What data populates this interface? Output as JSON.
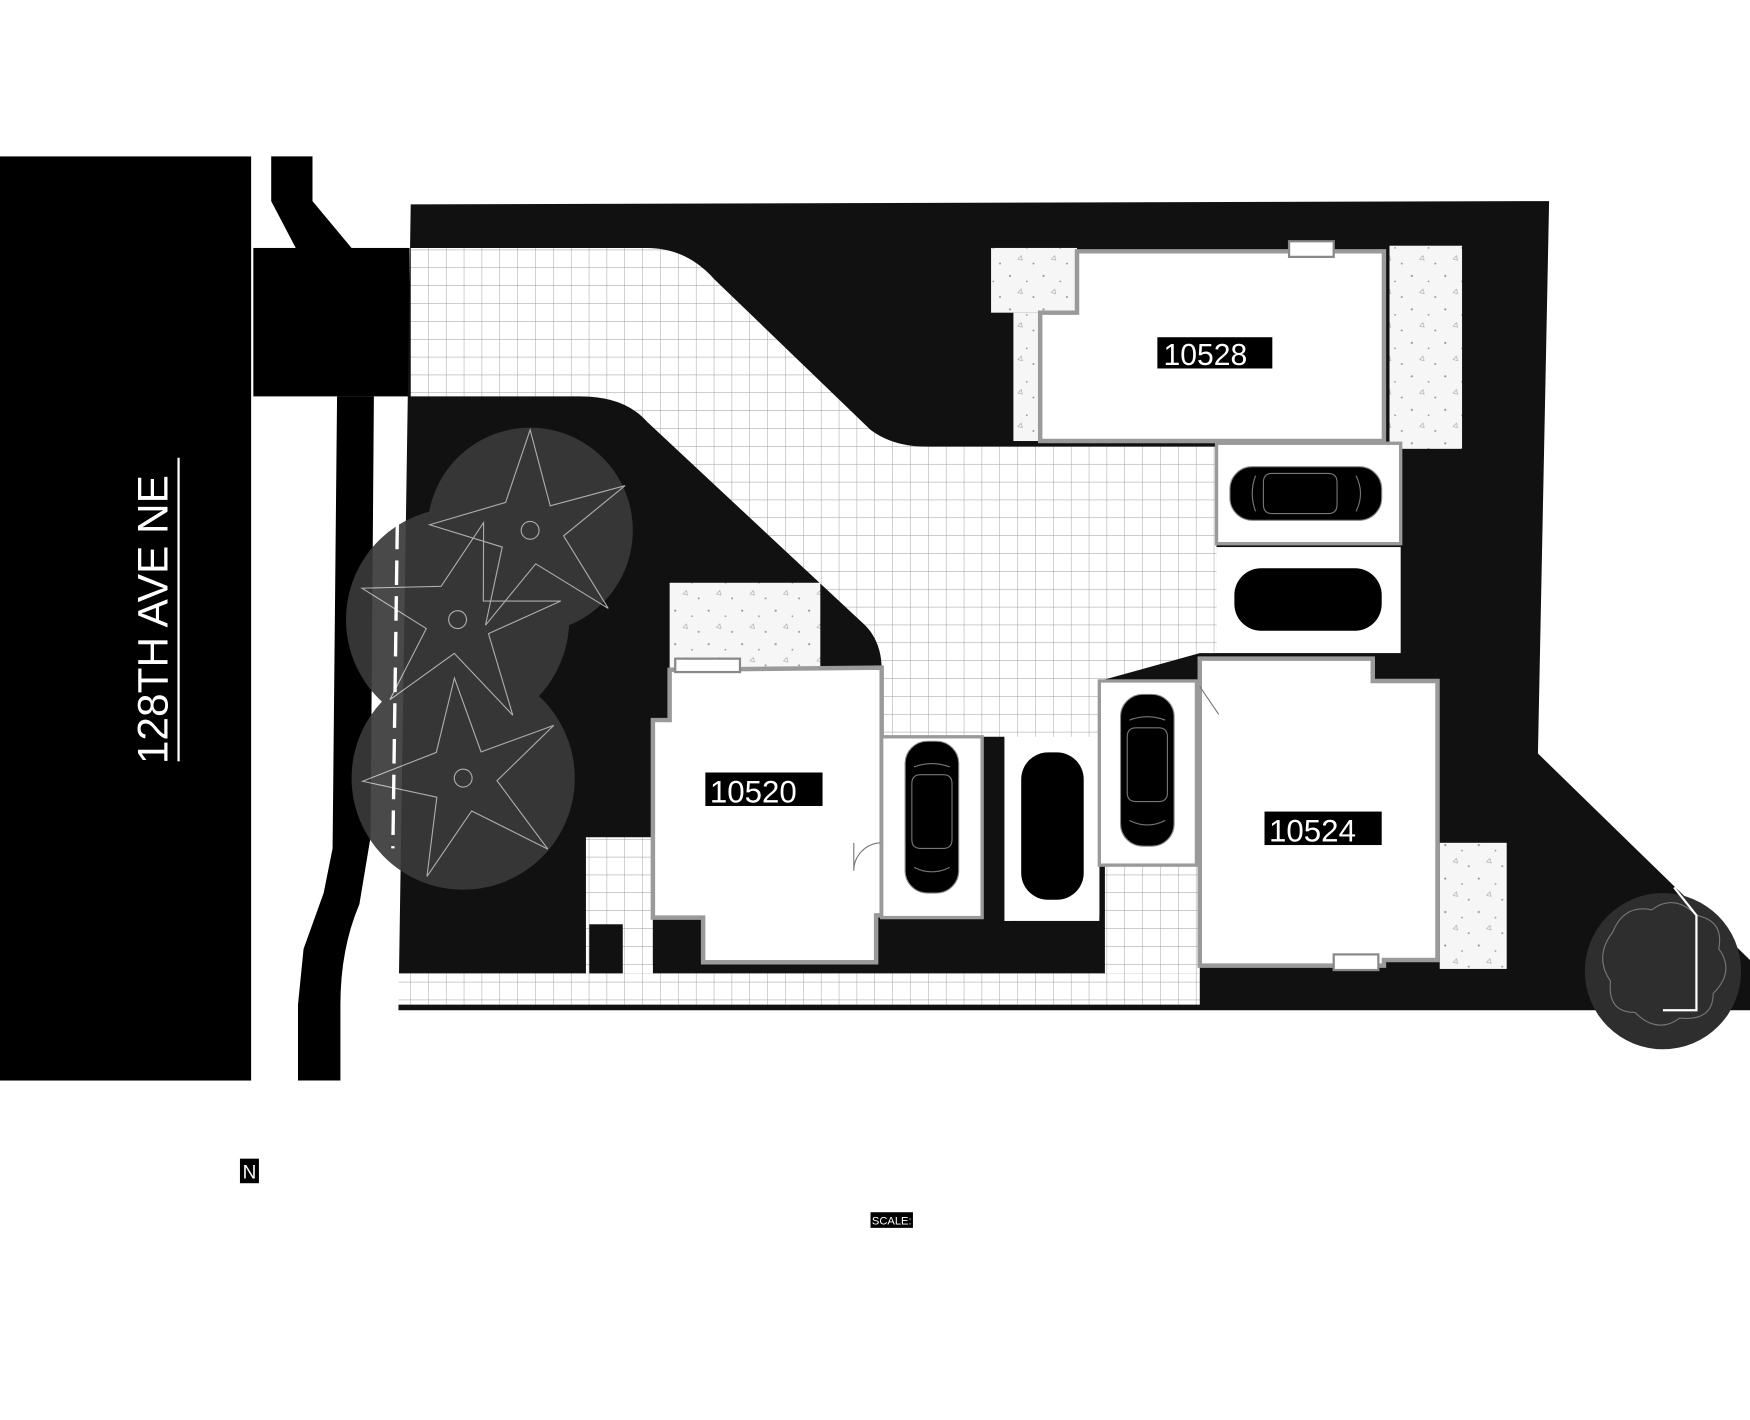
{
  "street": {
    "name": "128TH AVE NE"
  },
  "units": [
    {
      "label": "10528"
    },
    {
      "label": "10520"
    },
    {
      "label": "10524"
    }
  ],
  "north_label": "N",
  "scale_label": "SCALE:",
  "colors": {
    "site": "#111111",
    "road": "#000000",
    "tree": "#3a3a3a",
    "paving": "#ffffff",
    "grid": "#9a9a9a",
    "wall": "#9a9a9a"
  }
}
